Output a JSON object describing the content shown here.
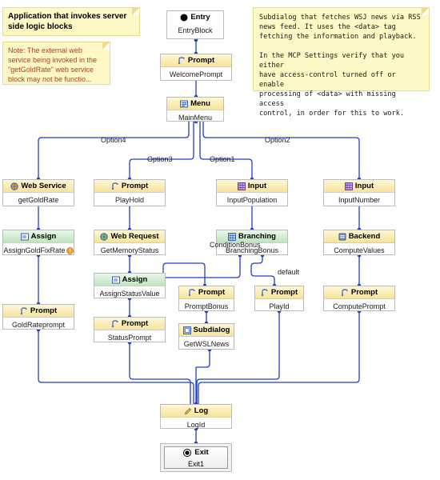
{
  "notes": {
    "left_title": "Application that invokes server\nside logic blocks",
    "left_warning": "Note: The external web\nservice being invoked in the\n\"getGoldRate\" web service\nblock may not be functio...",
    "right_text": "Subdialog that fetches WSJ news via RSS\nnews feed. It uses the <data> tag\nfetching the information and playback.\n\nIn the MCP Settings verify that you either\nhave access-control turned off or enable\nprocessing of <data> with missing access\ncontrol, in order for this to work."
  },
  "nodes": {
    "entry": {
      "type": "Entry",
      "name": "EntryBlock",
      "icon": "entry-dot-icon"
    },
    "welcome": {
      "type": "Prompt",
      "name": "WelcomePrompt",
      "icon": "prompt-icon"
    },
    "menu": {
      "type": "Menu",
      "name": "MainMenu",
      "icon": "menu-icon"
    },
    "webservice": {
      "type": "Web Service",
      "name": "getGoldRate",
      "icon": "web-service-icon"
    },
    "assign_gold": {
      "type": "Assign",
      "name": "AssignGoldFixRate",
      "icon": "assign-icon"
    },
    "gold_prompt": {
      "type": "Prompt",
      "name": "GoldRateprompt",
      "icon": "prompt-icon"
    },
    "playhold": {
      "type": "Prompt",
      "name": "PlayHold",
      "icon": "prompt-icon"
    },
    "webrequest": {
      "type": "Web Request",
      "name": "GetMemoryStatus",
      "icon": "web-request-icon"
    },
    "assign_status": {
      "type": "Assign",
      "name": "AssignStatusValue",
      "icon": "assign-icon"
    },
    "status_prompt": {
      "type": "Prompt",
      "name": "StatusPrompt",
      "icon": "prompt-icon"
    },
    "input_pop": {
      "type": "Input",
      "name": "InputPopulation",
      "icon": "input-icon"
    },
    "branching": {
      "type": "Branching",
      "name": "BranchingBonus",
      "icon": "branching-icon"
    },
    "prompt_bonus": {
      "type": "Prompt",
      "name": "PromptBonus",
      "icon": "prompt-icon"
    },
    "subdialog": {
      "type": "Subdialog",
      "name": "GetWSLNews",
      "icon": "subdialog-icon"
    },
    "playid": {
      "type": "Prompt",
      "name": "PlayId",
      "icon": "prompt-icon"
    },
    "input_num": {
      "type": "Input",
      "name": "InputNumber",
      "icon": "input-icon"
    },
    "backend": {
      "type": "Backend",
      "name": "ComputeValues",
      "icon": "backend-icon"
    },
    "compute_prompt": {
      "type": "Prompt",
      "name": "ComputePrompt",
      "icon": "prompt-icon"
    },
    "log": {
      "type": "Log",
      "name": "LogId",
      "icon": "log-pencil-icon"
    },
    "exit": {
      "type": "Exit",
      "name": "Exit1",
      "icon": "exit-icon"
    }
  },
  "edge_labels": {
    "option4": "Option4",
    "option3": "Option3",
    "option1": "Option1",
    "option2": "Option2",
    "condition_bonus": "ConditionBonus",
    "default": "default"
  },
  "colors": {
    "connector": "#1f3fc4",
    "warning_text": "#c0391b",
    "note_fill": "#fdf8c6"
  }
}
